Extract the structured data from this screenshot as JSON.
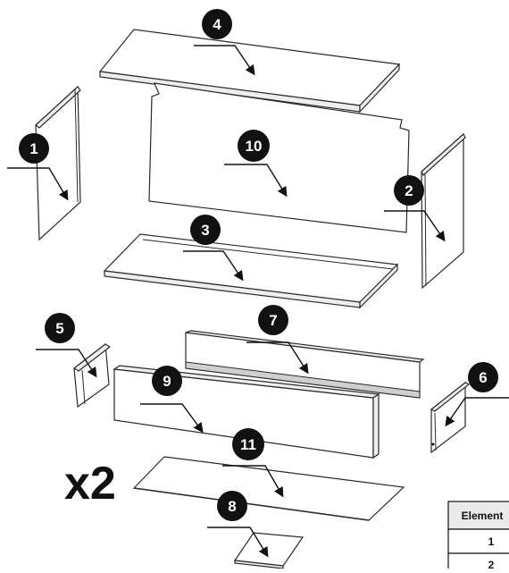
{
  "diagram": {
    "multiplier": "x2",
    "parts": [
      {
        "label": "1"
      },
      {
        "label": "2"
      },
      {
        "label": "3"
      },
      {
        "label": "4"
      },
      {
        "label": "5"
      },
      {
        "label": "6"
      },
      {
        "label": "7"
      },
      {
        "label": "8"
      },
      {
        "label": "9"
      },
      {
        "label": "10"
      },
      {
        "label": "11"
      }
    ],
    "table": {
      "header": "Element",
      "rows": [
        "1",
        "2"
      ]
    }
  }
}
